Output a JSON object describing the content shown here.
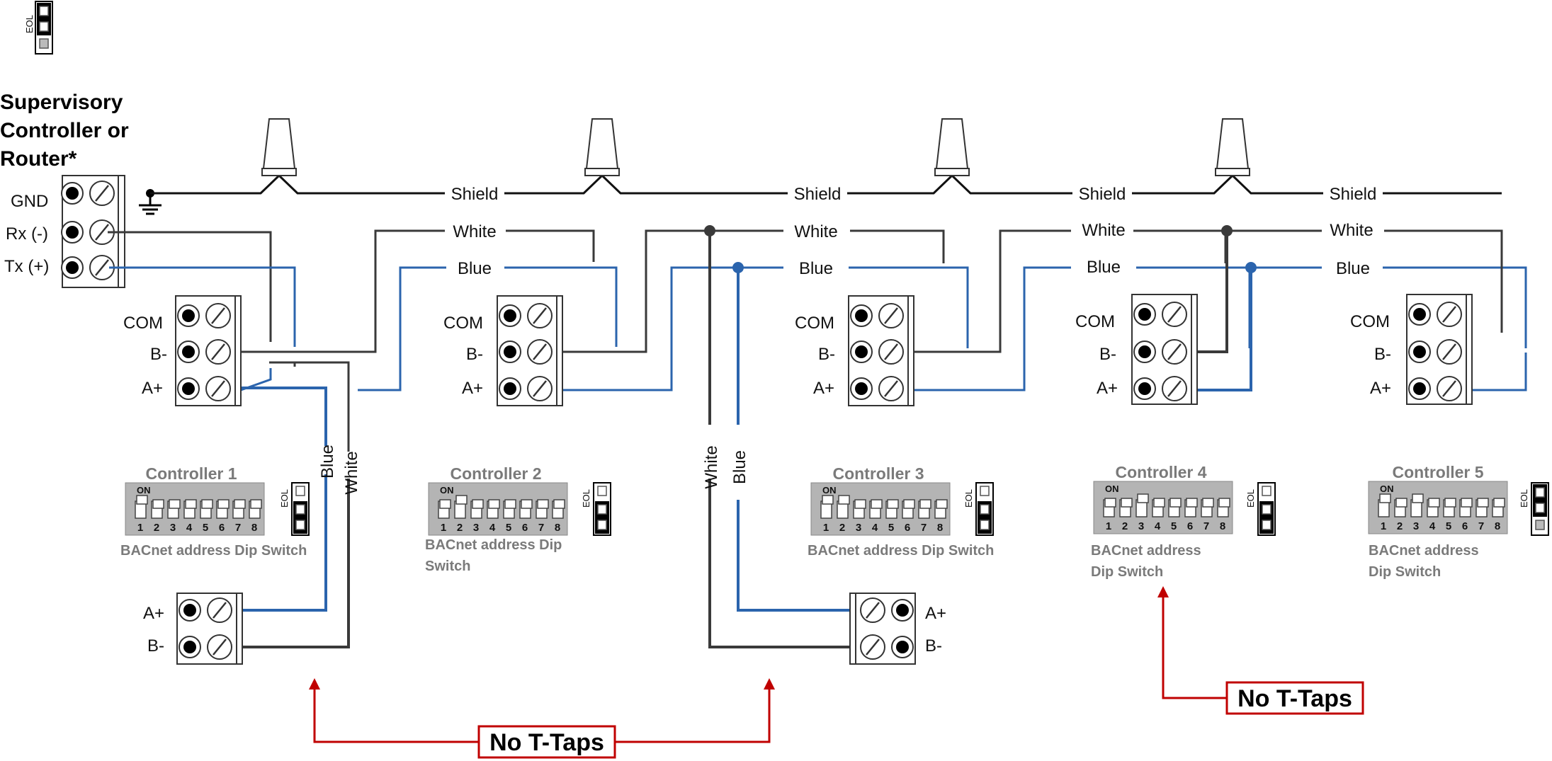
{
  "supervisory": {
    "title_lines": [
      "Supervisory",
      "Controller or",
      "Router*"
    ],
    "terminals": [
      "GND",
      "Rx (-)",
      "Tx (+)"
    ]
  },
  "terminal_labels": {
    "com": "COM",
    "b_minus": "B-",
    "a_plus": "A+"
  },
  "wires": {
    "shield": "Shield",
    "white": "White",
    "blue": "Blue"
  },
  "eol_label": "EOL",
  "controllers": [
    {
      "title": "Controller 1",
      "subtitle_lines": [
        "BACnet address Dip Switch"
      ]
    },
    {
      "title": "Controller 2",
      "subtitle_lines": [
        "BACnet address Dip",
        "Switch"
      ]
    },
    {
      "title": "Controller 3",
      "subtitle_lines": [
        "BACnet address Dip Switch"
      ]
    },
    {
      "title": "Controller 4",
      "subtitle_lines": [
        "BACnet address",
        "Dip Switch"
      ]
    },
    {
      "title": "Controller 5",
      "subtitle_lines": [
        "BACnet address",
        "Dip Switch"
      ]
    }
  ],
  "dip": {
    "on_label": "ON",
    "numbers": [
      "1",
      "2",
      "3",
      "4",
      "5",
      "6",
      "7",
      "8"
    ],
    "switches_on": [
      [
        1
      ],
      [
        2
      ],
      [
        1,
        2
      ],
      [
        3
      ],
      [
        1,
        3
      ]
    ]
  },
  "eol_jumpers": [
    "off",
    "off",
    "off",
    "off",
    "on"
  ],
  "legend_jumper": "on",
  "callouts": {
    "no_t_taps": "No T-Taps"
  },
  "colors": {
    "wire_dark": "#3a3a3a",
    "wire_blue": "#2b64ad",
    "callout_red": "#c00000",
    "shield": "#111111"
  }
}
